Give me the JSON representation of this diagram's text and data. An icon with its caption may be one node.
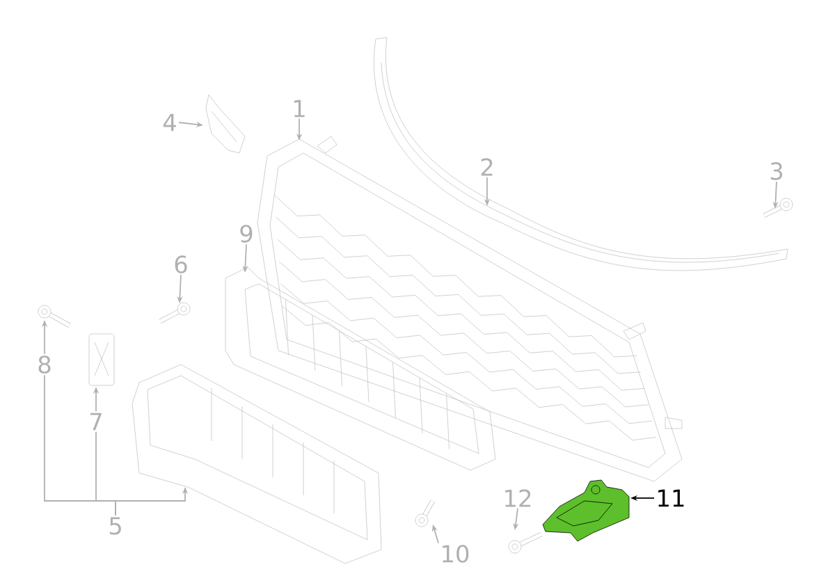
{
  "diagram": {
    "nodes": [
      {
        "text": [
          "1"
        ]
      },
      {
        "text": [
          "4"
        ]
      },
      {
        "text": [
          "2"
        ]
      },
      {
        "text": [
          "3"
        ]
      },
      {
        "text": [
          "9"
        ]
      },
      {
        "text": [
          "6"
        ]
      },
      {
        "text": [
          "8"
        ]
      },
      {
        "text": [
          "7"
        ]
      },
      {
        "text": [
          "11"
        ]
      },
      {
        "text": [
          "12"
        ]
      },
      {
        "text": [
          "5"
        ]
      },
      {
        "text": [
          "10"
        ]
      },
      {
        "text": [],
        "shape": "picture"
      },
      {
        "text": [],
        "shape": "picture"
      },
      {
        "text": [],
        "shape": "picture"
      },
      {
        "text": [],
        "shape": "picture"
      },
      {
        "text": [],
        "shape": "picture"
      },
      {
        "text": [],
        "shape": "picture"
      },
      {
        "text": [],
        "shape": "picture"
      },
      {
        "text": [],
        "shape": "picture"
      },
      {
        "text": [],
        "shape": "picture"
      },
      {
        "text": [],
        "shape": "picture"
      },
      {
        "text": [],
        "shape": "picture"
      },
      {
        "text": [],
        "shape": "picture"
      }
    ],
    "edges": [
      {
        "from": 0,
        "to": 12,
        "arrow": "to"
      },
      {
        "from": 1,
        "to": 13,
        "arrow": "to"
      },
      {
        "from": 2,
        "to": 14,
        "arrow": "to"
      },
      {
        "from": 3,
        "to": 15,
        "arrow": "to"
      },
      {
        "from": 4,
        "to": 16,
        "arrow": "to"
      },
      {
        "from": 5,
        "to": 17,
        "arrow": "to"
      },
      {
        "from": 6,
        "to": 18,
        "arrow": "to"
      },
      {
        "from": 7,
        "to": 19,
        "arrow": "to"
      },
      {
        "from": 8,
        "to": 20,
        "arrow": "to",
        "color": "#000000"
      },
      {
        "from": 9,
        "to": 21,
        "arrow": "to"
      },
      {
        "from": 10,
        "to": 22,
        "arrow": "to"
      },
      {
        "from": 11,
        "to": 23,
        "arrow": "to"
      },
      {
        "from": 10,
        "to": 6,
        "arrow": "none"
      },
      {
        "from": 10,
        "to": 7,
        "arrow": "none"
      }
    ]
  }
}
